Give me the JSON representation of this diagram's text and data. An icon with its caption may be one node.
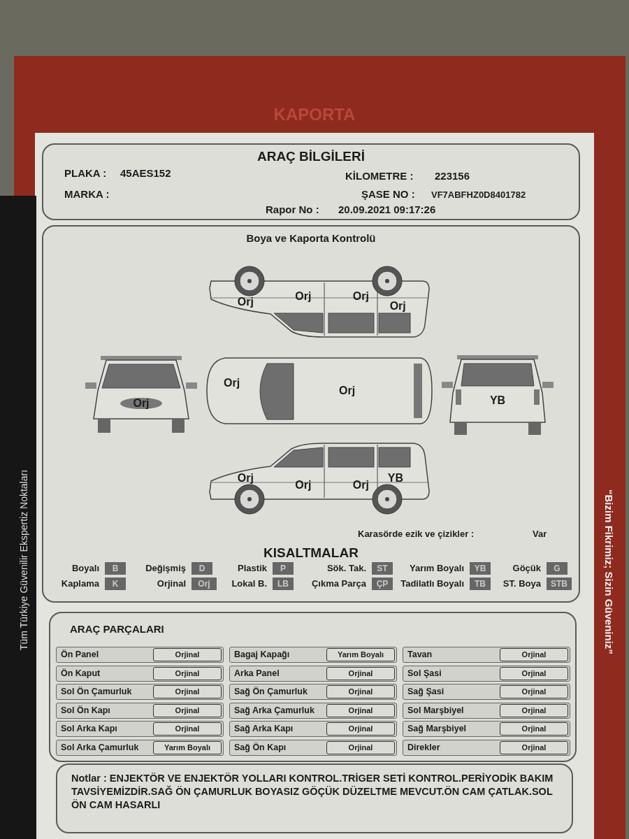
{
  "diagram": {
    "nodes": [
      {
        "text": [
          "ARAÇ BİLGİLERİ",
          "PLAKA :",
          "45AES152",
          "MARKA :",
          "KİLOMETRE :",
          "223156",
          "ŞASE NO :",
          "VF7ABFHZ0D8401782",
          "Rapor No :",
          "20.09.2021 09:17:26"
        ]
      },
      {
        "text": [
          "Boya ve Kaporta Kontrolü",
          "Karasörde ezik ve çizikler :",
          "Var",
          "KISALTMALAR"
        ]
      },
      {
        "text": [
          "Orj",
          "Orj",
          "Orj",
          "Orj"
        ],
        "in": 1
      },
      {
        "text": [
          "Orj"
        ],
        "in": 1
      },
      {
        "text": [
          "Orj",
          "Orj"
        ],
        "in": 1
      },
      {
        "text": [
          "YB"
        ],
        "in": 1
      },
      {
        "text": [
          "Orj",
          "Orj",
          "Orj",
          "YB"
        ],
        "in": 1
      },
      {
        "text": [
          "B"
        ],
        "beside": [
          "Boyalı"
        ],
        "in": 1
      },
      {
        "text": [
          "D"
        ],
        "beside": [
          "Değişmiş"
        ],
        "in": 1
      },
      {
        "text": [
          "P"
        ],
        "beside": [
          "Plastik"
        ],
        "in": 1
      },
      {
        "text": [
          "ST"
        ],
        "beside": [
          "Sök. Tak."
        ],
        "in": 1
      },
      {
        "text": [
          "YB"
        ],
        "beside": [
          "Yarım Boyalı"
        ],
        "in": 1
      },
      {
        "text": [
          "G"
        ],
        "beside": [
          "Göçük"
        ],
        "in": 1
      },
      {
        "text": [
          "K"
        ],
        "beside": [
          "Kaplama"
        ],
        "in": 1
      },
      {
        "text": [
          "Orj"
        ],
        "beside": [
          "Orjinal"
        ],
        "in": 1
      },
      {
        "text": [
          "LB"
        ],
        "beside": [
          "Lokal B."
        ],
        "in": 1
      },
      {
        "text": [
          "ÇP"
        ],
        "beside": [
          "Çıkma Parça"
        ],
        "in": 1
      },
      {
        "text": [
          "TB"
        ],
        "beside": [
          "Tadilatlı Boyalı"
        ],
        "in": 1
      },
      {
        "text": [
          "STB"
        ],
        "beside": [
          "ST. Boya"
        ],
        "in": 1
      },
      {
        "text": [
          "ARAÇ PARÇALARI"
        ]
      },
      {
        "text": [
          "Ön Panel"
        ],
        "in": 19
      },
      {
        "text": [
          "Orjinal"
        ],
        "in": 20
      },
      {
        "text": [
          "Bagaj Kapağı"
        ],
        "in": 19
      },
      {
        "text": [
          "Yarım Boyalı"
        ],
        "in": 22
      },
      {
        "text": [
          "Tavan"
        ],
        "in": 19
      },
      {
        "text": [
          "Orjinal"
        ],
        "in": 24
      },
      {
        "text": [
          "Ön Kaput"
        ],
        "in": 19
      },
      {
        "text": [
          "Orjinal"
        ],
        "in": 26
      },
      {
        "text": [
          "Arka Panel"
        ],
        "in": 19
      },
      {
        "text": [
          "Orjinal"
        ],
        "in": 28
      },
      {
        "text": [
          "Sol Şasi"
        ],
        "in": 19
      },
      {
        "text": [
          "Orjinal"
        ],
        "in": 30
      },
      {
        "text": [
          "Sol Ön Çamurluk"
        ],
        "in": 19
      },
      {
        "text": [
          "Orjinal"
        ],
        "in": 32
      },
      {
        "text": [
          "Sağ Ön Çamurluk"
        ],
        "in": 19
      },
      {
        "text": [
          "Orjinal"
        ],
        "in": 34
      },
      {
        "text": [
          "Sağ Şasi"
        ],
        "in": 19
      },
      {
        "text": [
          "Orjinal"
        ],
        "in": 36
      },
      {
        "text": [
          "Sol Ön Kapı"
        ],
        "in": 19
      },
      {
        "text": [
          "Orjinal"
        ],
        "in": 38
      },
      {
        "text": [
          "Sağ Arka Çamurluk"
        ],
        "in": 19
      },
      {
        "text": [
          "Orjinal"
        ],
        "in": 40
      },
      {
        "text": [
          "Sol Marşbiyel"
        ],
        "in": 19
      },
      {
        "text": [
          "Orjinal"
        ],
        "in": 42
      },
      {
        "text": [
          "Sol Arka Kapı"
        ],
        "in": 19
      },
      {
        "text": [
          "Orjinal"
        ],
        "in": 44
      },
      {
        "text": [
          "Sağ Arka Kapı"
        ],
        "in": 19
      },
      {
        "text": [
          "Orjinal"
        ],
        "in": 46
      },
      {
        "text": [
          "Sağ Marşbiyel"
        ],
        "in": 19
      },
      {
        "text": [
          "Orjinal"
        ],
        "in": 48
      },
      {
        "text": [
          "Sol Arka Çamurluk"
        ],
        "in": 19
      },
      {
        "text": [
          "Yarım Boyalı"
        ],
        "in": 50
      },
      {
        "text": [
          "Sağ Ön Kapı"
        ],
        "in": 19
      },
      {
        "text": [
          "Orjinal"
        ],
        "in": 52
      },
      {
        "text": [
          "Direkler"
        ],
        "in": 19
      },
      {
        "text": [
          "Orjinal"
        ],
        "in": 54
      },
      {
        "text": [
          "Notlar : ENJEKTÖR VE ENJEKTÖR YOLLARI KONTROL.TRİGER SETİ KONTROL.PERİYODİK BAKIM TAVSİYEMİZDİR.SAĞ ÖN ÇAMURLUK BOYASIZ GÖÇÜK DÜZELTME MEVCUT.ÖN CAM ÇATLAK.SOL ÖN CAM HASARLI"
        ]
      }
    ],
    "labels": [
      "KAPORTA",
      "Tüm Türkiye Güvenilir Ekspertiz Noktaları",
      "“Bizim Fikrimiz; Sizin Güveniniz”"
    ]
  }
}
